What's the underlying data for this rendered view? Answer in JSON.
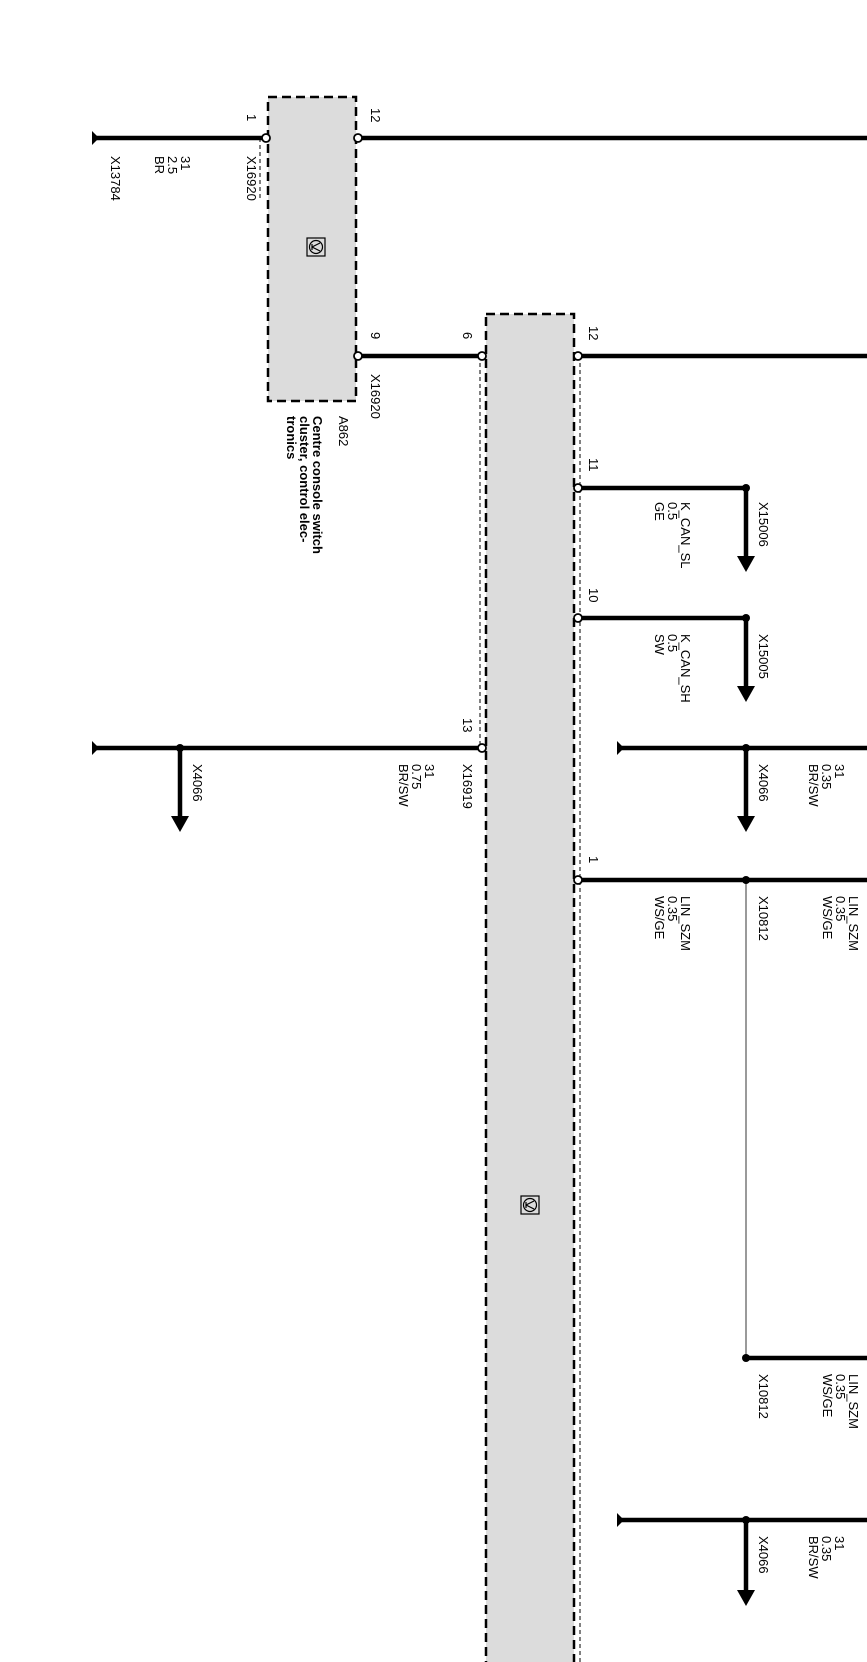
{
  "diagram": {
    "components": {
      "a862": {
        "id": "A862",
        "name_lines": [
          "Centre console switch",
          "cluster, control elec-",
          "tronics"
        ]
      },
      "big_module": {}
    },
    "pins": {
      "p1_a862": "1",
      "p12_a862": "12",
      "p9_a862": "9",
      "p6_big": "6",
      "p12_big": "12",
      "p11_big": "11",
      "p10_big": "10",
      "p13_big": "13",
      "p1_big": "1"
    },
    "connectors": {
      "x16920_top": "X16920",
      "x16920_bottom": "X16920",
      "x16919": "X16919",
      "x13784": "X13784",
      "x15006": "X15006",
      "x15005": "X15005",
      "x4066_a": "X4066",
      "x4066_b": "X4066",
      "x4066_c": "X4066",
      "x10812_a": "X10812",
      "x10812_b": "X10812"
    },
    "wires": {
      "w_ground_a862": [
        "31",
        "2.5",
        "BR"
      ],
      "w_kcan_sl": [
        "K_CAN_SL",
        "0.5",
        "GE"
      ],
      "w_kcan_sh": [
        "K_CAN_SH",
        "0.5",
        "SW"
      ],
      "w_ground_13": [
        "31",
        "0.75",
        "BR/SW"
      ],
      "w_ground_right_a": [
        "31",
        "0.35",
        "BR/SW"
      ],
      "w_lin_left": [
        "LIN_SZM",
        "0.35",
        "WS/GE"
      ],
      "w_lin_right_a": [
        "LIN_SZM",
        "0.35",
        "WS/GE"
      ],
      "w_lin_right_b": [
        "LIN_SZM",
        "0.35",
        "WS/GE"
      ],
      "w_ground_right_b": [
        "31",
        "0.35",
        "BR/SW"
      ]
    },
    "icons": [
      "transistor-symbol-icon",
      "transistor-symbol-icon"
    ]
  }
}
